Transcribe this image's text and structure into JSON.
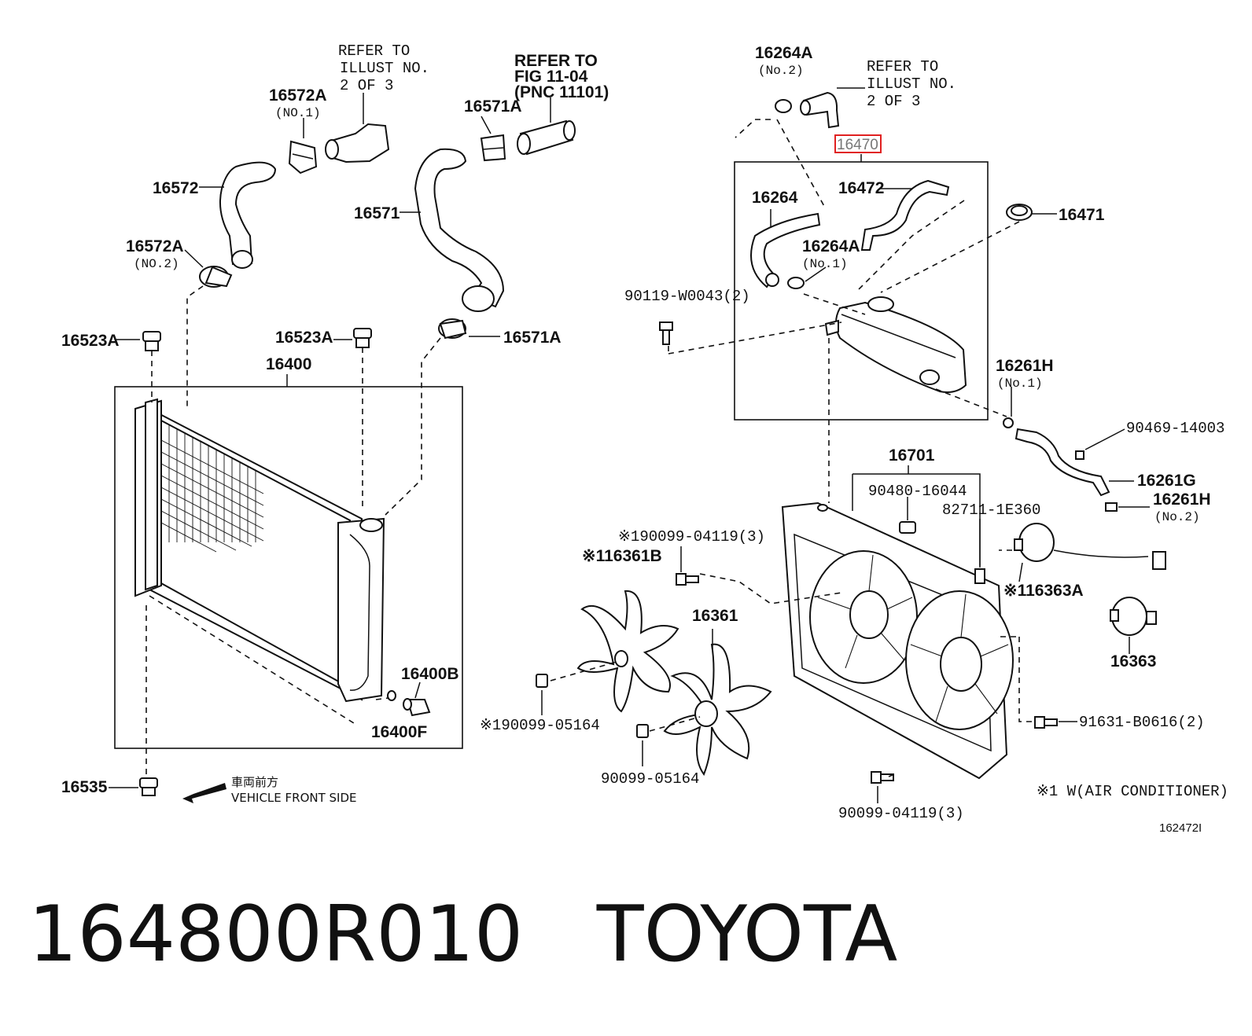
{
  "callouts": {
    "p16572A_1": "16572A",
    "p16572A_1_sub": "(NO.1)",
    "p16572": "16572",
    "p16572A_2": "16572A",
    "p16572A_2_sub": "(NO.2)",
    "refer1_l1": "REFER TO",
    "refer1_l2": "ILLUST NO.",
    "refer1_l3": "2 OF 3",
    "refer2_l1": "REFER TO",
    "refer2_l2": "FIG 11-04",
    "refer2_l3": "(PNC 11101)",
    "p16571A_top": "16571A",
    "p16571": "16571",
    "p16571A_bot": "16571A",
    "p16523A_l": "16523A",
    "p16523A_r": "16523A",
    "p16400": "16400",
    "p16400B": "16400B",
    "p16400F": "16400F",
    "p16535": "16535",
    "jp_front": "車両前方",
    "vehicle_front": "VEHICLE FRONT SIDE",
    "p16264A_top": "16264A",
    "p16264A_top_sub": "(No.2)",
    "refer3_l1": "REFER TO",
    "refer3_l2": "ILLUST NO.",
    "refer3_l3": "2 OF 3",
    "p16470": "16470",
    "p16472": "16472",
    "p16264": "16264",
    "p16264A_mid": "16264A",
    "p16264A_mid_sub": "(No.1)",
    "p16471": "16471",
    "p90119": "90119-W0043(2)",
    "p16261H_1": "16261H",
    "p16261H_1_sub": "(No.1)",
    "p90469": "90469-14003",
    "p16261G": "16261G",
    "p16261H_2": "16261H",
    "p16261H_2_sub": "(No.2)",
    "p16701": "16701",
    "p90480": "90480-16044",
    "p82711": "82711-1E360",
    "p190099_04119": "※190099-04119(3)",
    "p16361B": "※116361B",
    "p16361": "16361",
    "p16363A": "※116363A",
    "p16363": "16363",
    "p190099_05164": "※190099-05164",
    "p90099_05164": "90099-05164",
    "p90099_04119": "90099-04119(3)",
    "p91631": "91631-B0616(2)",
    "note_ac": "※1 W(AIR CONDITIONER)",
    "diagram_id": "162472I"
  },
  "footer": {
    "part_number": "164800R010",
    "brand": "TOYOTA"
  },
  "colors": {
    "highlight": "#e02020",
    "ink": "#111111"
  }
}
